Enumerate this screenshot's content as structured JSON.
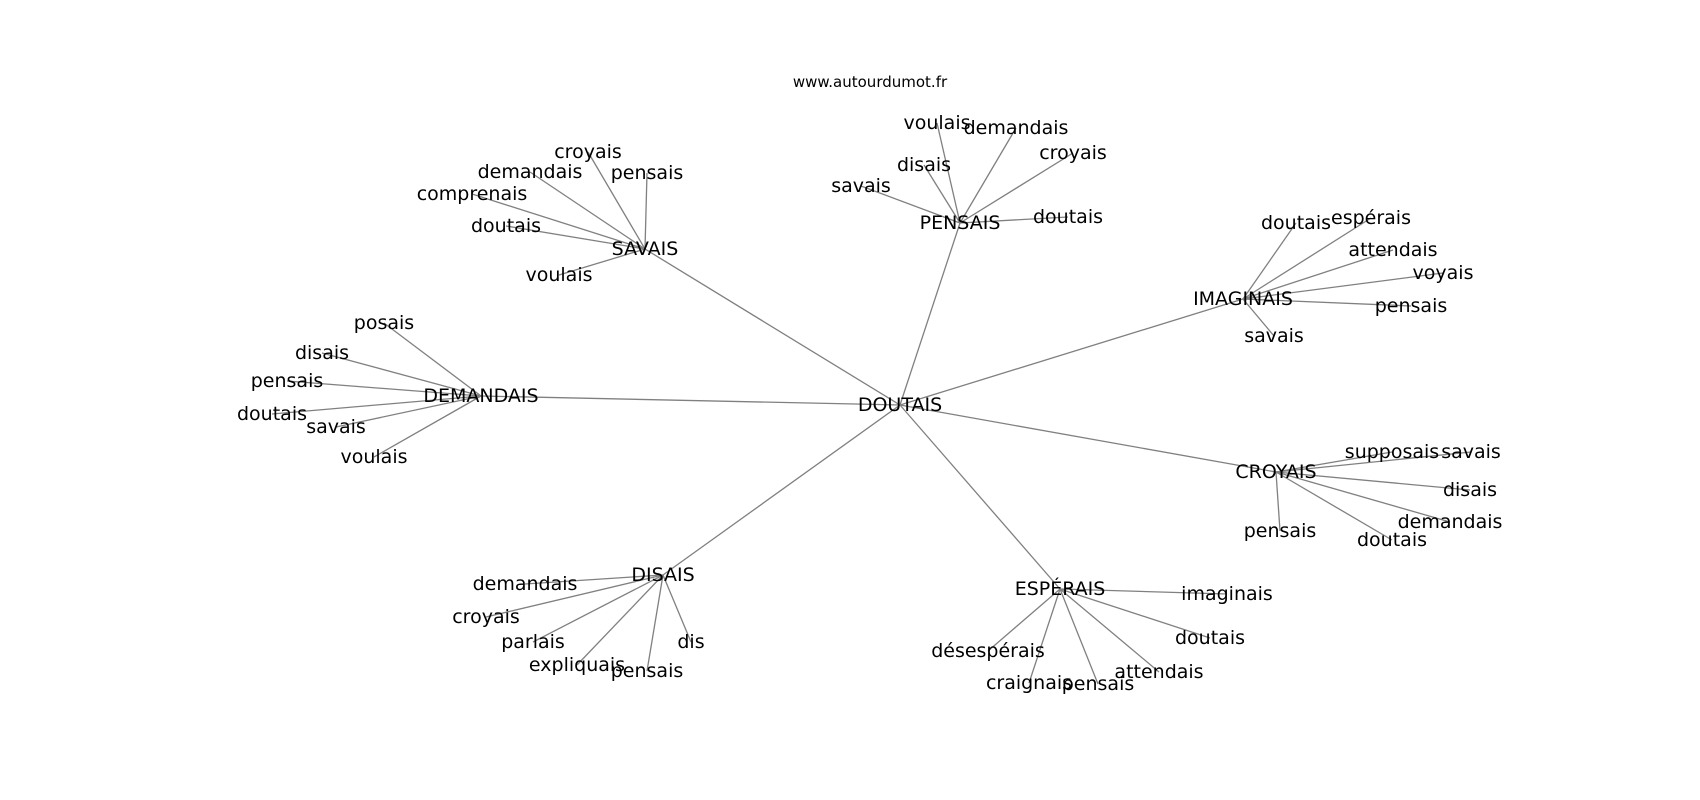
{
  "source": "www.autourdumot.fr",
  "center": "DOUTAIS",
  "hubs": [
    {
      "id": "pensais",
      "label": "PENSAIS",
      "leaves": [
        "voulais",
        "demandais",
        "disais",
        "croyais",
        "savais",
        "doutais"
      ]
    },
    {
      "id": "savais",
      "label": "SAVAIS",
      "leaves": [
        "croyais",
        "demandais",
        "pensais",
        "comprenais",
        "doutais",
        "voulais"
      ]
    },
    {
      "id": "imaginais",
      "label": "IMAGINAIS",
      "leaves": [
        "doutais",
        "espérais",
        "attendais",
        "voyais",
        "pensais",
        "savais"
      ]
    },
    {
      "id": "demandais",
      "label": "DEMANDAIS",
      "leaves": [
        "posais",
        "disais",
        "pensais",
        "doutais",
        "savais",
        "voulais"
      ]
    },
    {
      "id": "croyais",
      "label": "CROYAIS",
      "leaves": [
        "supposais",
        "savais",
        "disais",
        "demandais",
        "doutais",
        "pensais"
      ]
    },
    {
      "id": "disais",
      "label": "DISAIS",
      "leaves": [
        "demandais",
        "croyais",
        "parlais",
        "expliquais",
        "pensais",
        "dis"
      ]
    },
    {
      "id": "esperais",
      "label": "ESPÉRAIS",
      "leaves": [
        "imaginais",
        "doutais",
        "attendais",
        "pensais",
        "craignais",
        "désespérais"
      ]
    }
  ]
}
